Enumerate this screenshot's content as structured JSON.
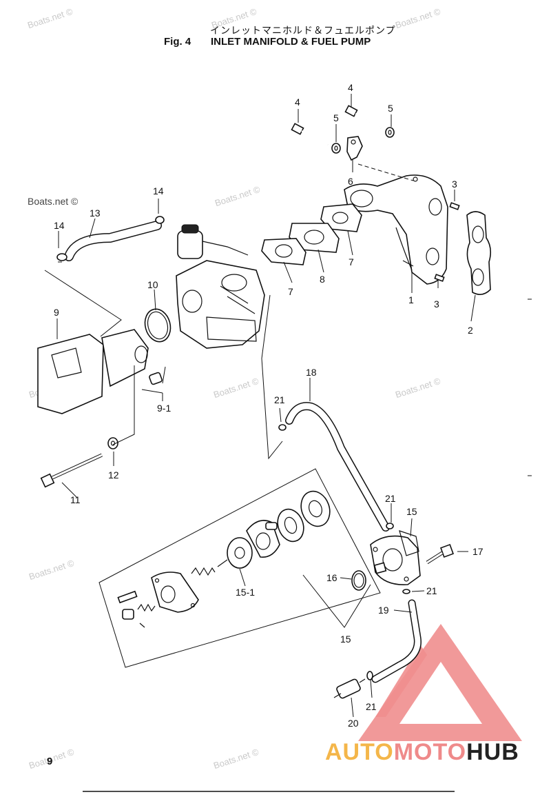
{
  "header": {
    "title_jp": "インレットマニホルド＆フュエルポンプ",
    "fig_label": "Fig. 4",
    "title_en": "INLET MANIFOLD & FUEL PUMP"
  },
  "watermarks": [
    "Boats.net ©",
    "Boats.net ©",
    "Boats.net ©",
    "Boats.net ©",
    "Boats.net ©",
    "Boats.net ©",
    "Boats.net ©",
    "Boats.net ©",
    "Boats.net ©",
    "Boats.net ©",
    "Boats.net ©"
  ],
  "page_number": "9",
  "brand": {
    "part1": "AUTO",
    "part2": "MOTO",
    "part3": "HUB"
  },
  "callouts": [
    {
      "text": "4"
    },
    {
      "text": "4"
    },
    {
      "text": "5"
    },
    {
      "text": "5"
    },
    {
      "text": "6"
    },
    {
      "text": "3"
    },
    {
      "text": "14"
    },
    {
      "text": "13"
    },
    {
      "text": "14"
    },
    {
      "text": "10"
    },
    {
      "text": "7"
    },
    {
      "text": "8"
    },
    {
      "text": "7"
    },
    {
      "text": "1"
    },
    {
      "text": "3"
    },
    {
      "text": "2"
    },
    {
      "text": "9"
    },
    {
      "text": "9-1"
    },
    {
      "text": "18"
    },
    {
      "text": "21"
    },
    {
      "text": "12"
    },
    {
      "text": "11"
    },
    {
      "text": "21"
    },
    {
      "text": "15"
    },
    {
      "text": "17"
    },
    {
      "text": "16"
    },
    {
      "text": "21"
    },
    {
      "text": "15-1"
    },
    {
      "text": "19"
    },
    {
      "text": "15"
    },
    {
      "text": "21"
    },
    {
      "text": "20"
    }
  ],
  "colors": {
    "line": "#111111",
    "watermark": "#c9c9c9",
    "brand_yellow": "#f4b64a",
    "brand_red": "#ef8a8a"
  }
}
